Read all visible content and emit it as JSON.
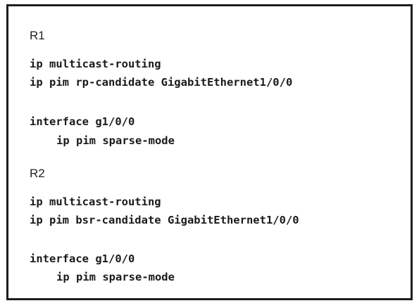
{
  "r1": {
    "label": "R1",
    "lines": [
      "ip multicast-routing",
      "ip pim rp-candidate GigabitEthernet1/0/0"
    ],
    "interface_line": "interface g1/0/0",
    "interface_cmd": "ip pim sparse-mode"
  },
  "r2": {
    "label": "R2",
    "lines": [
      "ip multicast-routing",
      "ip pim bsr-candidate GigabitEthernet1/0/0"
    ],
    "interface_line": "interface g1/0/0",
    "interface_cmd": "ip pim sparse-mode"
  }
}
